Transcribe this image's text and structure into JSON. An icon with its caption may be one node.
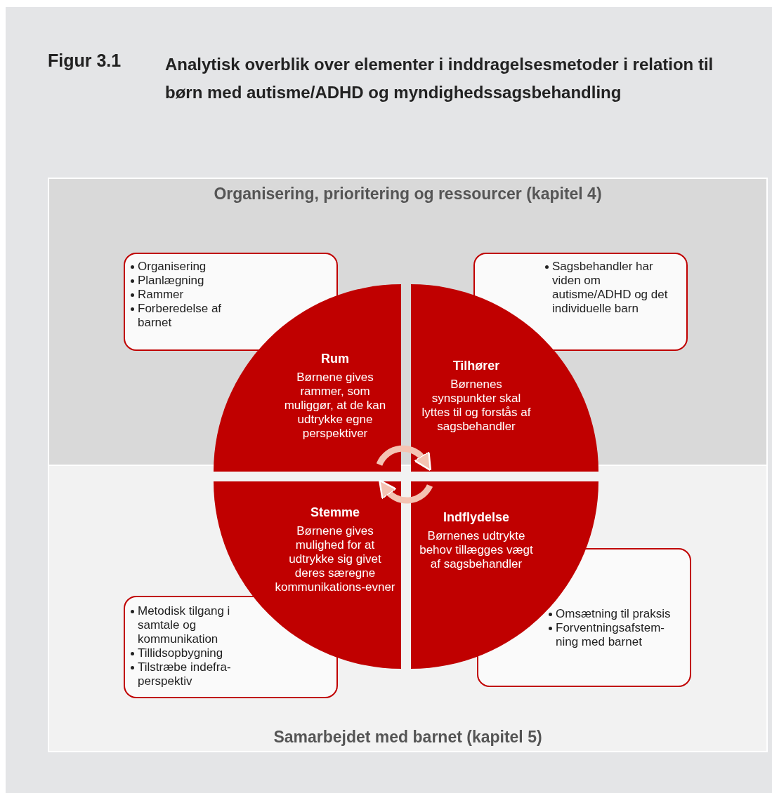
{
  "diagram": {
    "title": "Analytisk overblik over elementer i inddragelsesmetoder i relation til børn med autisme/ADHD og myndighedssagsbehandling",
    "labels": [
      "Figur 3.1"
    ],
    "nodes": [
      {
        "text": [
          "Organisering, prioritering og ressourcer (kapitel 4)"
        ]
      },
      {
        "text": [
          "Samarbejdet med barnet (kapitel 5)"
        ]
      },
      {
        "text": [
          "Organisering",
          "Planlægning",
          "Rammer",
          "Forberedelse af barnet"
        ],
        "in": 0
      },
      {
        "text": [
          "Sagsbehandler har viden om autisme/ADHD og det individuelle barn"
        ],
        "in": 0
      },
      {
        "text": [
          "Metodisk tilgang i samtale og kommunikation",
          "Tillidsopbygning",
          "Tilstræbe indefra-perspektiv"
        ],
        "in": 1
      },
      {
        "text": [
          "Omsætning til praksis",
          "Forventningsafstem-ning med barnet"
        ],
        "in": 1
      },
      {
        "text": [
          "Rum",
          "Børnene gives rammer, som muliggør, at de kan udtrykke egne perspektiver"
        ],
        "in": 0
      },
      {
        "text": [
          "Tilhører",
          "Børnenes synspunkter skal lyttes til og forstås af sagsbehandler"
        ],
        "in": 0
      },
      {
        "text": [
          "Stemme",
          "Børnene gives mulighed for at udtrykke sig givet deres særegne kommunikations-evner"
        ],
        "in": 1
      },
      {
        "text": [
          "Indflydelse",
          "Børnenes udtrykte behov tillægges vægt af sagsbehandler"
        ],
        "in": 1
      }
    ],
    "edges": [
      {
        "from": 6,
        "to": 7,
        "arrow": "to"
      },
      {
        "from": 9,
        "to": 8,
        "arrow": "to"
      }
    ]
  }
}
